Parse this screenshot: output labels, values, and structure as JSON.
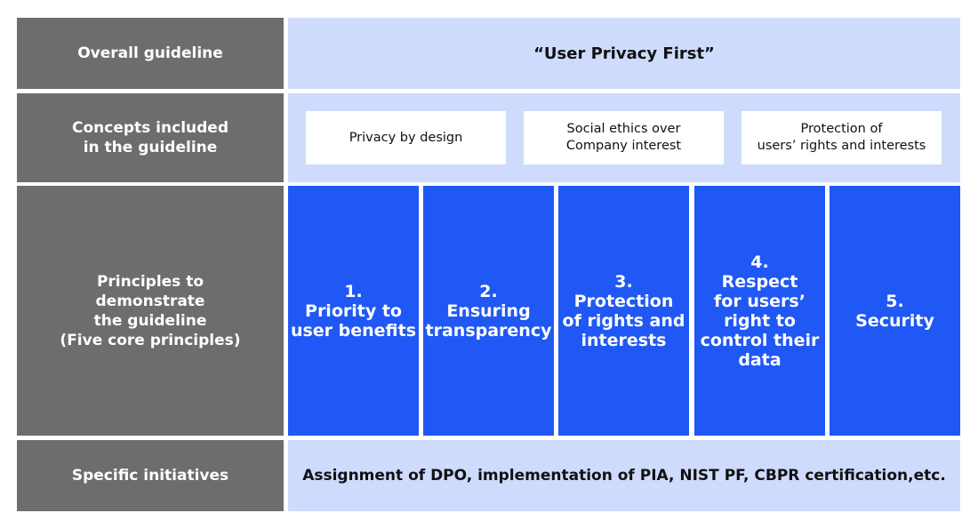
{
  "rows": {
    "overall": {
      "label": "Overall guideline",
      "value": "“User Privacy First”"
    },
    "concepts": {
      "label": "Concepts included\nin the guideline",
      "items": [
        "Privacy by design",
        "Social ethics over\nCompany interest",
        "Protection of\nusers’ rights and interests"
      ]
    },
    "principles": {
      "label": "Principles to\ndemonstrate\nthe guideline\n(Five core principles)",
      "items": [
        "1.\nPriority to\nuser benefits",
        "2.\nEnsuring\ntransparency",
        "3.\nProtection\nof rights and\ninterests",
        "4.\nRespect\nfor users’\nright to\ncontrol their\ndata",
        "5.\nSecurity"
      ]
    },
    "initiatives": {
      "label": "Specific initiatives",
      "value": "Assignment of DPO, implementation of PIA, NIST PF, CBPR certification,etc."
    }
  },
  "colors": {
    "label_bg": "#6d6d6d",
    "light_bg": "#cfdbfd",
    "principle_bg": "#1f58f5"
  }
}
